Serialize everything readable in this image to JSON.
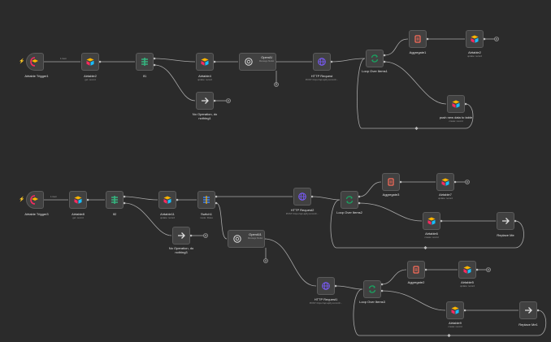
{
  "colors": {
    "background": "#2b2b2b",
    "node_fill": "#414141",
    "node_border": "#5b5b5b",
    "edge": "#a9a9a9",
    "airtable_orange": "#fcb400",
    "airtable_blue": "#18bfff",
    "airtable_red": "#f82b60",
    "if_green": "#35b37e",
    "switch_blue": "#3b82f6",
    "loop_green": "#1aa260",
    "aggregate_red": "#ff6d5a",
    "http_purple": "#7c5cff",
    "trigger_bolt": "#ff6f5c"
  },
  "flow1": {
    "airtable_trigger": {
      "label": "Airtable Trigger1",
      "icon": "airtable-icon"
    },
    "edge_label_items": "1 item",
    "airtable2": {
      "label": "Airtable2",
      "sub": "get: record",
      "icon": "airtable-icon"
    },
    "if": {
      "label": "If1",
      "icon": "if-icon"
    },
    "airtable4": {
      "label": "Airtable4",
      "sub": "update: record",
      "icon": "airtable-icon"
    },
    "openai": {
      "title": "OpenAI",
      "sub": "Message Model",
      "icon": "openai-icon"
    },
    "http_request": {
      "label": "HTTP Request",
      "sub": "POST: https://api.apify.com/v2/...",
      "icon": "globe-icon"
    },
    "loop_over_items": {
      "label": "Loop Over Items1",
      "icon": "loop-icon"
    },
    "aggregate": {
      "label": "Aggregate1",
      "icon": "aggregate-icon"
    },
    "airtable_end": {
      "label": "Airtable2",
      "sub": "update: record",
      "icon": "airtable-icon"
    },
    "push_new_data": {
      "label": "push new data to table",
      "sub": "create: record",
      "icon": "airtable-icon"
    },
    "no_operation": {
      "label": "No Operation, do nothing1",
      "icon": "arrow-right-icon"
    }
  },
  "flow2": {
    "airtable_trigger": {
      "label": "Airtable Trigger3",
      "icon": "airtable-icon"
    },
    "edge_label_items": "1 item",
    "airtable8": {
      "label": "Airtable8",
      "sub": "get: record",
      "icon": "airtable-icon"
    },
    "if": {
      "label": "If2",
      "icon": "if-icon"
    },
    "airtable11": {
      "label": "Airtable11",
      "sub": "update: record",
      "icon": "airtable-icon"
    },
    "switch": {
      "label": "Switch1",
      "sub": "mode: Rules",
      "icon": "switch-icon"
    },
    "no_operation": {
      "label": "No Operation, do nothing3",
      "icon": "arrow-right-icon"
    },
    "openai": {
      "title": "OpenAI1",
      "sub": "Message Model",
      "icon": "openai-icon"
    },
    "http_request2": {
      "label": "HTTP Request2",
      "sub": "POST: https://api.apify.com/v2/...",
      "icon": "globe-icon"
    },
    "loop_over_items2": {
      "label": "Loop Over Items2",
      "icon": "loop-icon"
    },
    "aggregate3": {
      "label": "Aggregate3",
      "icon": "aggregate-icon"
    },
    "airtable7": {
      "label": "Airtable7",
      "sub": "update: record",
      "icon": "airtable-icon"
    },
    "airtable6": {
      "label": "Airtable6",
      "sub": "create: record",
      "icon": "airtable-icon"
    },
    "replace_me": {
      "label": "Replace Me",
      "icon": "arrow-right-icon"
    },
    "http_request1": {
      "label": "HTTP Request1",
      "sub": "POST: https://api.apify.com/v2/...",
      "icon": "globe-icon"
    },
    "loop_over_items3": {
      "label": "Loop Over Items3",
      "icon": "loop-icon"
    },
    "aggregate2": {
      "label": "Aggregate2",
      "icon": "aggregate-icon"
    },
    "airtable5": {
      "label": "Airtable5",
      "sub": "update: record",
      "icon": "airtable-icon"
    },
    "airtable9": {
      "label": "Airtable9",
      "sub": "create: record",
      "icon": "airtable-icon"
    },
    "replace_me1": {
      "label": "Replace Me1",
      "icon": "arrow-right-icon"
    }
  }
}
